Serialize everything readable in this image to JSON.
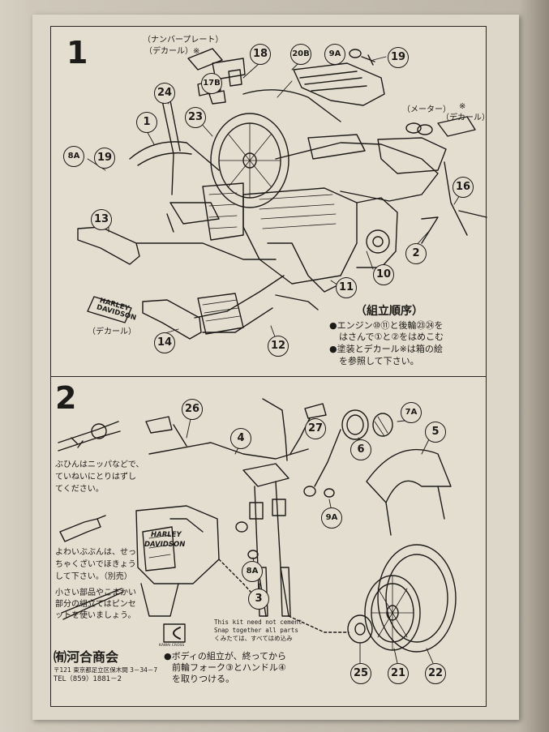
{
  "steps": [
    {
      "number": "1"
    },
    {
      "number": "2"
    }
  ],
  "step1": {
    "label_plate": "（ナンバープレート）",
    "label_decal_plate": "（デカール）※",
    "label_meter": "（メーター）",
    "label_decal_meter_mark": "※",
    "label_decal_meter": "（デカール）",
    "label_hd_decal": "（デカール）",
    "emblem_line1": "HARLEY",
    "emblem_line2": "DAVIDSON",
    "assembly_title": "（組立順序）",
    "assembly_line1": "●エンジン⑩⑪と後輪㉓㉔を",
    "assembly_line2": "はさんで①と②をはめこむ",
    "assembly_line3": "●塗装とデカール※は箱の絵",
    "assembly_line4": "を参照して下さい。",
    "parts": [
      {
        "id": "18"
      },
      {
        "id": "20B"
      },
      {
        "id": "9A"
      },
      {
        "id": "19"
      },
      {
        "id": "17B"
      },
      {
        "id": "24"
      },
      {
        "id": "1"
      },
      {
        "id": "23"
      },
      {
        "id": "8A"
      },
      {
        "id": "19"
      },
      {
        "id": "13"
      },
      {
        "id": "16"
      },
      {
        "id": "2"
      },
      {
        "id": "10"
      },
      {
        "id": "11"
      },
      {
        "id": "14"
      },
      {
        "id": "12"
      }
    ]
  },
  "step2": {
    "tip1_line1": "ぶひんはニッパなどで、",
    "tip1_line2": "ていねいにとりはずし",
    "tip1_line3": "てください。",
    "tip2_line1": "よわいぶぶんは、せっ",
    "tip2_line2": "ちゃくざいでほきょう",
    "tip2_line3": "して下さい。（別売）",
    "tip3_line1": "小さい部品やこまかい",
    "tip3_line2": "部分の組立てはピンセ",
    "tip3_line3": "ットを使いましょう。",
    "tank_text1": "HARLEY",
    "tank_text2": "DAVIDSON",
    "note_en1": "This kit need not cement",
    "note_en2": "Snap together all parts",
    "note_jp": "くみたては、すべてはめ込み",
    "final_line1": "●ボディの組立が、終ってから",
    "final_line2": "前輪フォーク③とハンドル④",
    "final_line3": "を取りつける。",
    "logo_caption": "KAWAI CROSS",
    "company": "㈲河合商会",
    "address": "〒121 東京都足立区保木間 3－34－7",
    "tel": "TEL（859）1881－2",
    "parts": [
      {
        "id": "26"
      },
      {
        "id": "4"
      },
      {
        "id": "27"
      },
      {
        "id": "7A"
      },
      {
        "id": "5"
      },
      {
        "id": "6"
      },
      {
        "id": "9A"
      },
      {
        "id": "8A"
      },
      {
        "id": "3"
      },
      {
        "id": "25"
      },
      {
        "id": "21"
      },
      {
        "id": "22"
      }
    ]
  }
}
